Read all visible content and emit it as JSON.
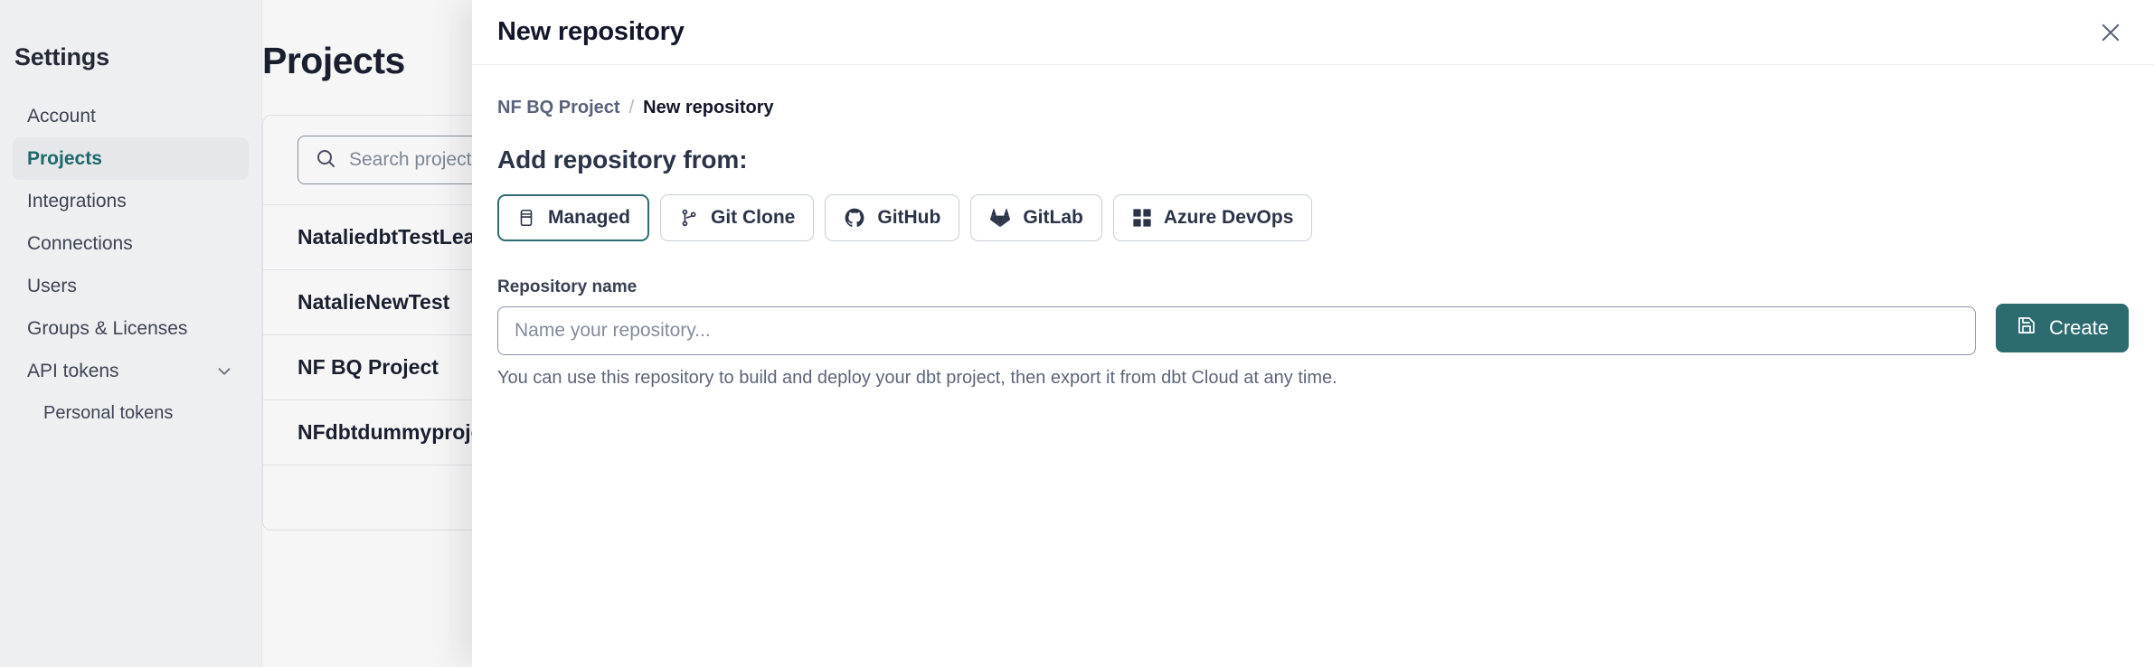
{
  "sidebar": {
    "title": "Settings",
    "items": [
      {
        "label": "Account",
        "active": false,
        "sub": false,
        "chevron": false
      },
      {
        "label": "Projects",
        "active": true,
        "sub": false,
        "chevron": false
      },
      {
        "label": "Integrations",
        "active": false,
        "sub": false,
        "chevron": false
      },
      {
        "label": "Connections",
        "active": false,
        "sub": false,
        "chevron": false
      },
      {
        "label": "Users",
        "active": false,
        "sub": false,
        "chevron": false
      },
      {
        "label": "Groups & Licenses",
        "active": false,
        "sub": false,
        "chevron": false
      },
      {
        "label": "API tokens",
        "active": false,
        "sub": false,
        "chevron": true
      },
      {
        "label": "Personal tokens",
        "active": false,
        "sub": true,
        "chevron": false
      }
    ]
  },
  "main": {
    "page_title": "Projects",
    "search": {
      "placeholder": "Search projects by name...",
      "value": "",
      "icon": "search-icon"
    },
    "projects": [
      {
        "name": "NataliedbtTestLearn T"
      },
      {
        "name": "NatalieNewTest"
      },
      {
        "name": "NF BQ Project"
      },
      {
        "name": "NFdbtdummyproject"
      }
    ]
  },
  "modal": {
    "title": "New repository",
    "close_icon": "close-icon",
    "breadcrumb": {
      "parent": "NF BQ Project",
      "separator": "/",
      "current": "New repository"
    },
    "section_title": "Add repository from:",
    "sources": [
      {
        "label": "Managed",
        "icon": "database-icon",
        "selected": true
      },
      {
        "label": "Git Clone",
        "icon": "git-branch-icon",
        "selected": false
      },
      {
        "label": "GitHub",
        "icon": "github-icon",
        "selected": false
      },
      {
        "label": "GitLab",
        "icon": "gitlab-icon",
        "selected": false
      },
      {
        "label": "Azure DevOps",
        "icon": "azure-devops-icon",
        "selected": false
      }
    ],
    "repo_name": {
      "label": "Repository name",
      "placeholder": "Name your repository...",
      "value": ""
    },
    "helper_text": "You can use this repository to build and deploy your dbt project, then export it from dbt Cloud at any time.",
    "create_button": {
      "label": "Create",
      "icon": "save-icon"
    }
  },
  "colors": {
    "accent": "#2d6b70",
    "text": "#13172a",
    "muted": "#5d6577",
    "sidebar_bg": "#f7f8fa"
  }
}
